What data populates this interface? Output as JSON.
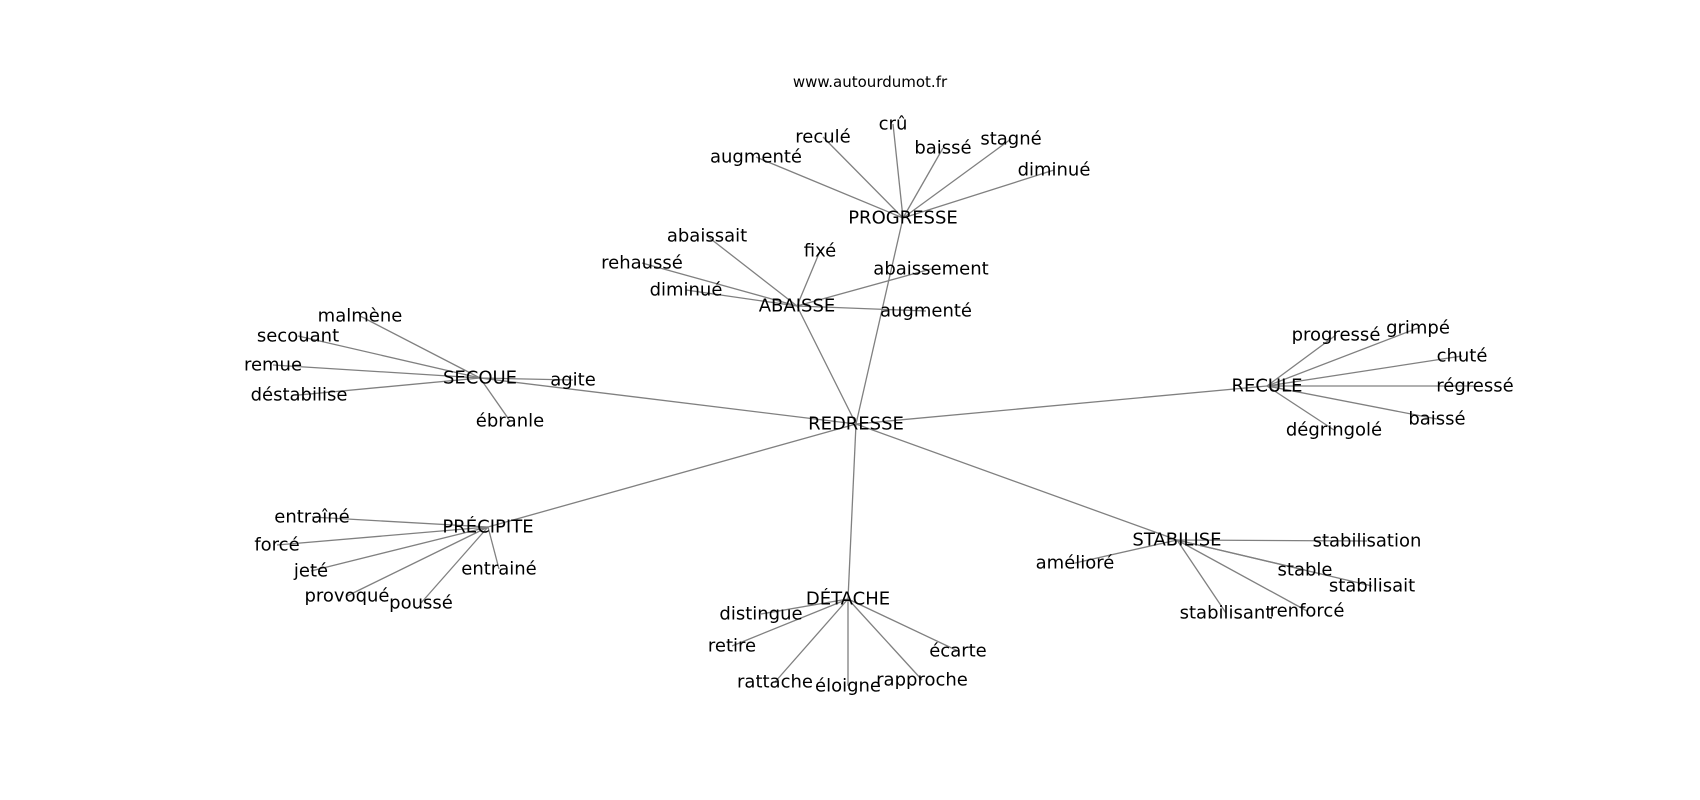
{
  "header": {
    "site": "www.autourdumot.fr"
  },
  "graph": {
    "root": "REDRESSE",
    "edge_color": "#808080",
    "text_color": "#000000",
    "clusters": [
      {
        "label": "PROGRESSE",
        "words": [
          "augmenté",
          "reculé",
          "crû",
          "baissé",
          "stagné",
          "diminué"
        ]
      },
      {
        "label": "ABAISSE",
        "words": [
          "abaissait",
          "fixé",
          "rehaussé",
          "diminué",
          "abaissement",
          "augmenté"
        ]
      },
      {
        "label": "SECOUE",
        "words": [
          "malmène",
          "secouant",
          "remue",
          "déstabilise",
          "agite",
          "ébranle"
        ]
      },
      {
        "label": "RECULE",
        "words": [
          "progressé",
          "grimpé",
          "chuté",
          "régressé",
          "baissé",
          "dégringolé"
        ]
      },
      {
        "label": "PRÉCIPITE",
        "words": [
          "entraîné",
          "forcé",
          "jeté",
          "provoqué",
          "poussé",
          "entrainé"
        ]
      },
      {
        "label": "STABILISE",
        "words": [
          "stabilisation",
          "amélioré",
          "stable",
          "stabilisait",
          "renforcé",
          "stabilisant"
        ]
      },
      {
        "label": "DÉTACHE",
        "words": [
          "distingue",
          "retire",
          "rattache",
          "éloigne",
          "rapproche",
          "écarte"
        ]
      }
    ]
  }
}
